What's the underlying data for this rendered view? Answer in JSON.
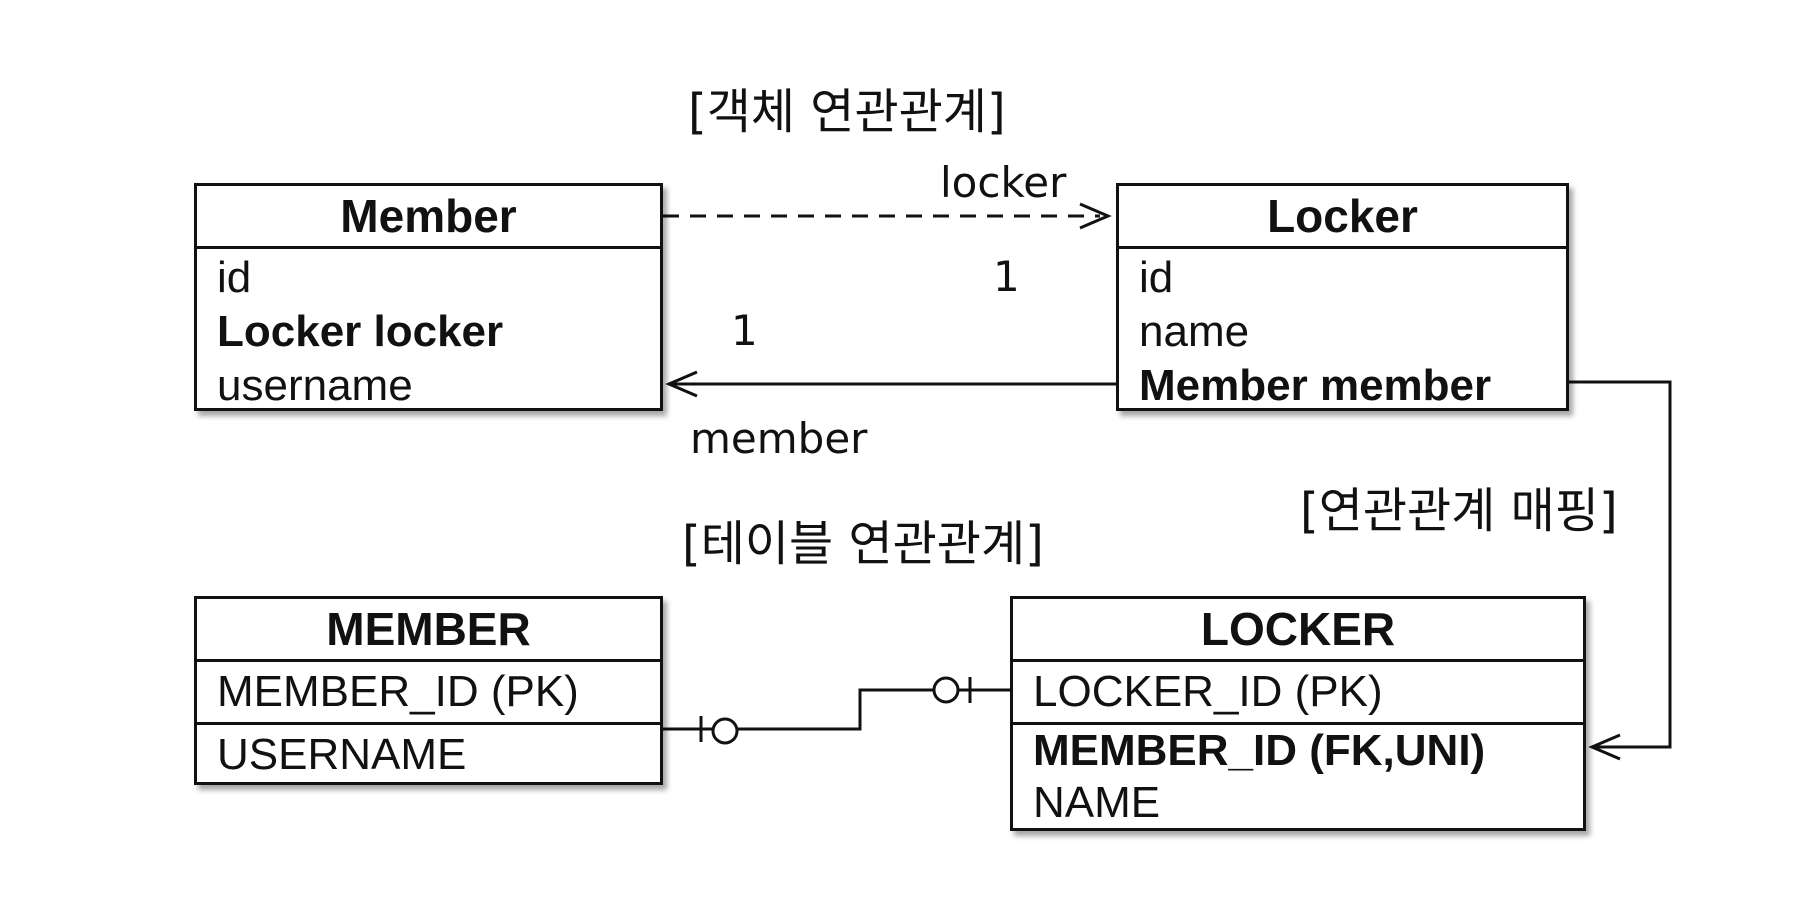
{
  "titles": {
    "object": "[객체 연관관계]",
    "table": "[테이블 연관관계]",
    "mapping": "[연관관계 매핑]"
  },
  "classes": {
    "member": {
      "name": "Member",
      "fields": [
        "id",
        "Locker locker",
        "username"
      ]
    },
    "locker": {
      "name": "Locker",
      "fields": [
        "id",
        "name",
        "Member member"
      ]
    }
  },
  "tables": {
    "member": {
      "name": "MEMBER",
      "columns": [
        "MEMBER_ID (PK)",
        "USERNAME"
      ]
    },
    "locker": {
      "name": "LOCKER",
      "columns": [
        "LOCKER_ID (PK)",
        "MEMBER_ID (FK,UNI)",
        "NAME"
      ]
    }
  },
  "edges": {
    "locker_label": "locker",
    "member_label": "member",
    "locker_multiplicity": "1",
    "member_multiplicity": "1"
  }
}
